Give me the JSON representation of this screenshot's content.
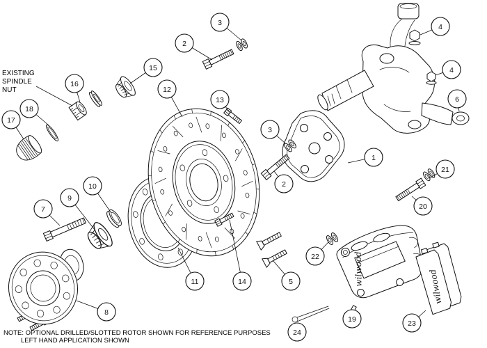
{
  "diagram": {
    "background": "#ffffff",
    "ink": "#111111",
    "spindle_label": {
      "line1": "EXISTING",
      "line2": "SPINDLE",
      "line3": "NUT"
    },
    "footnote": {
      "line1": "NOTE: OPTIONAL DRILLED/SLOTTED ROTOR SHOWN FOR REFERENCE PURPOSES",
      "line2": "LEFT HAND APPLICATION SHOWN"
    },
    "branding": {
      "caliper": "wilwood",
      "pad": "wilwood"
    },
    "callouts": [
      {
        "num": "2"
      },
      {
        "num": "3"
      },
      {
        "num": "4"
      },
      {
        "num": "4"
      },
      {
        "num": "6"
      },
      {
        "num": "15"
      },
      {
        "num": "16"
      },
      {
        "num": "12"
      },
      {
        "num": "13"
      },
      {
        "num": "18"
      },
      {
        "num": "17"
      },
      {
        "num": "3"
      },
      {
        "num": "1"
      },
      {
        "num": "21"
      },
      {
        "num": "2"
      },
      {
        "num": "20"
      },
      {
        "num": "10"
      },
      {
        "num": "9"
      },
      {
        "num": "7"
      },
      {
        "num": "22"
      },
      {
        "num": "5"
      },
      {
        "num": "11"
      },
      {
        "num": "14"
      },
      {
        "num": "8"
      },
      {
        "num": "19"
      },
      {
        "num": "23"
      },
      {
        "num": "24"
      }
    ]
  }
}
